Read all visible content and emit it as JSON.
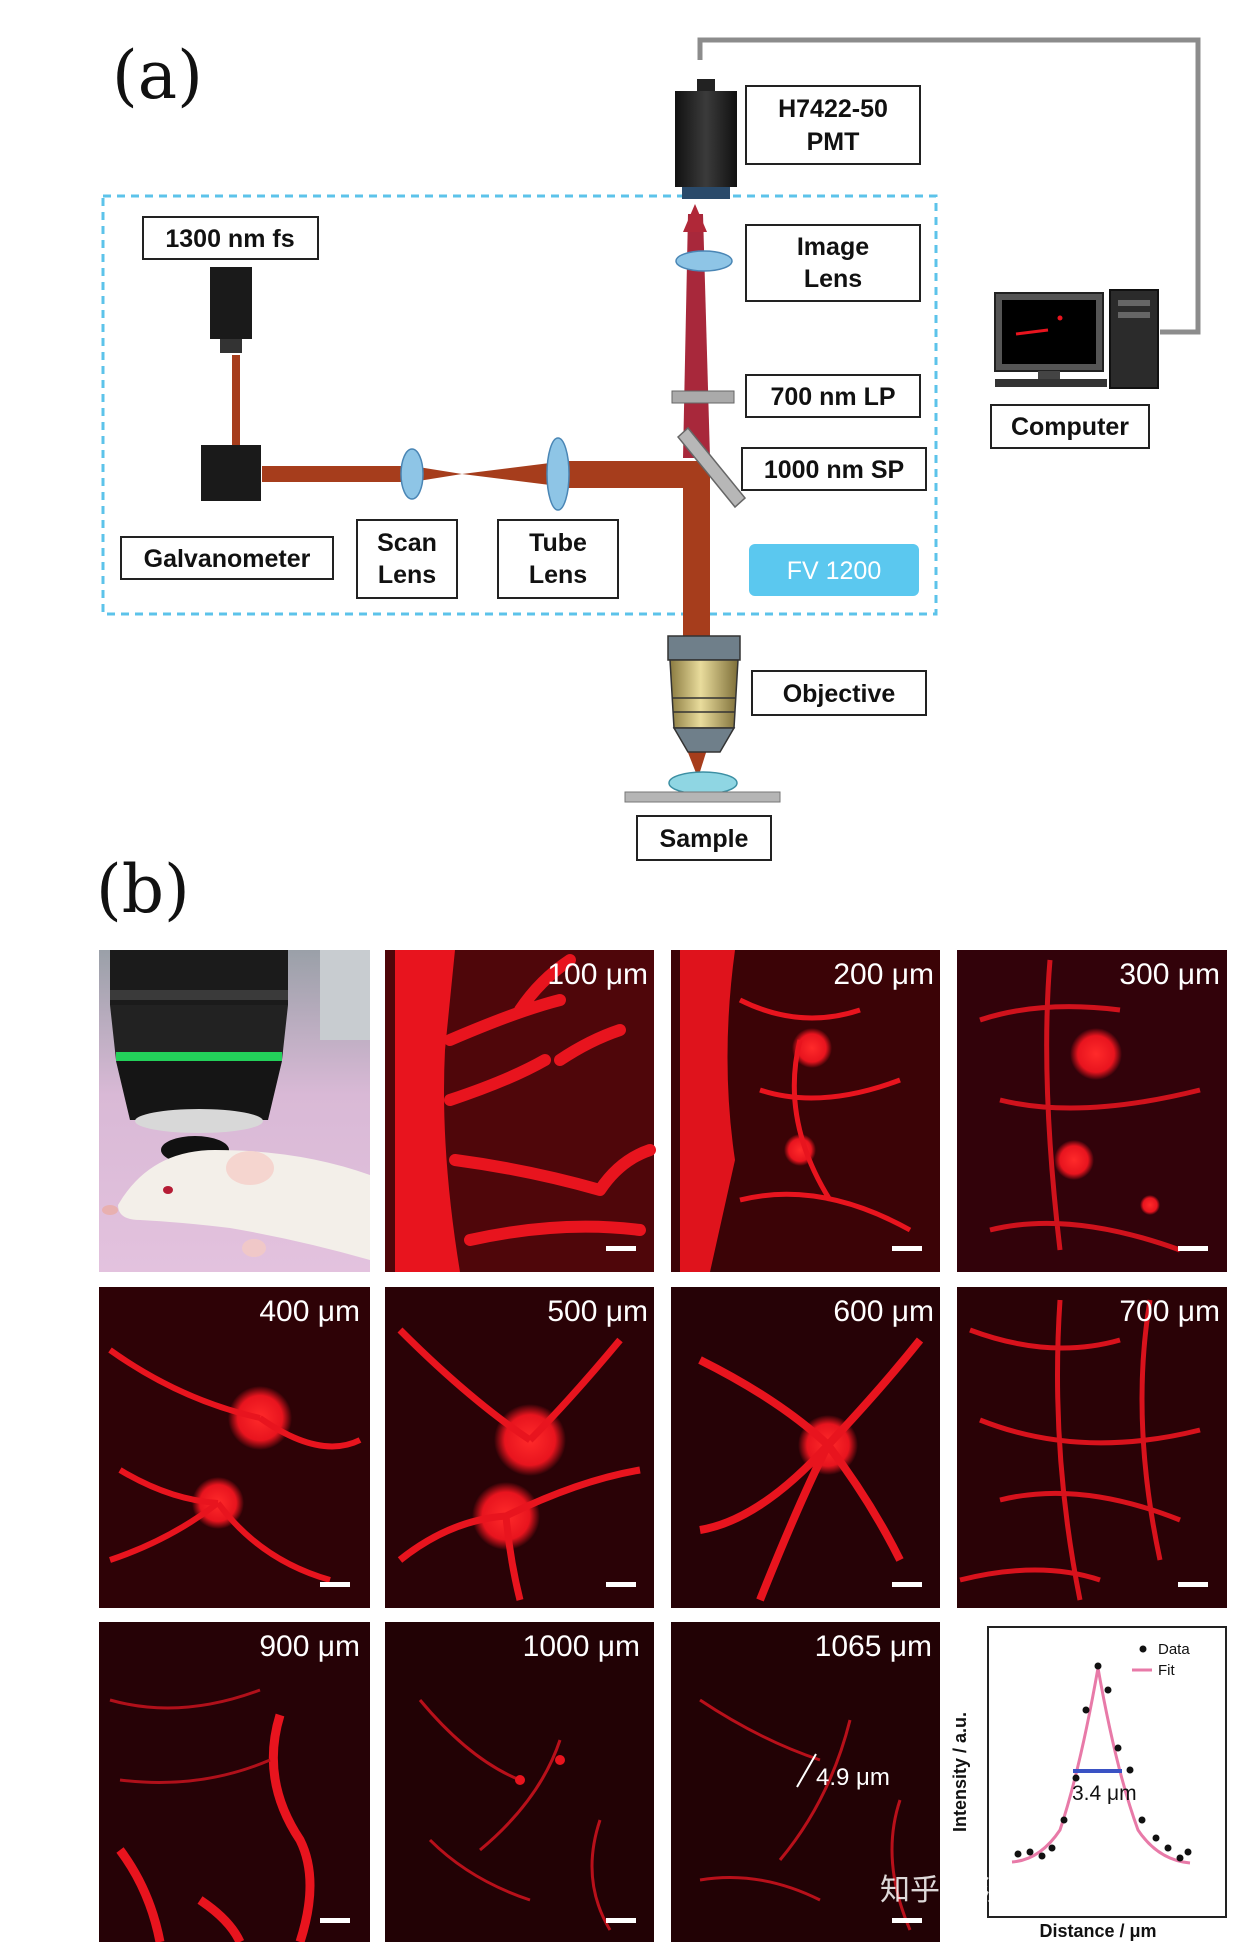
{
  "panel_a": {
    "letter": "(a)",
    "labels": {
      "pmt": [
        "H7422-50",
        "PMT"
      ],
      "laser": "1300 nm fs",
      "image_lens": [
        "Image",
        "Lens"
      ],
      "lp_filter": "700 nm LP",
      "sp_mirror": "1000 nm SP",
      "computer": "Computer",
      "galvanometer": "Galvanometer",
      "scan_lens": [
        "Scan",
        "Lens"
      ],
      "tube_lens": [
        "Tube",
        "Lens"
      ],
      "fv_badge": "FV 1200",
      "objective": "Objective",
      "sample": "Sample"
    },
    "colors": {
      "dashed_box": "#5cc3ea",
      "fv_badge": "#5bc8ef",
      "excitation_beam": "#a63d1c",
      "emission_beam": "#a8283b",
      "lens": "#8ec5e6"
    }
  },
  "panel_b": {
    "letter": "(b)",
    "tiles": [
      {
        "kind": "photo",
        "label": ""
      },
      {
        "kind": "image",
        "label": "100 μm"
      },
      {
        "kind": "image",
        "label": "200 μm"
      },
      {
        "kind": "image",
        "label": "300 μm"
      },
      {
        "kind": "image",
        "label": "400 μm"
      },
      {
        "kind": "image",
        "label": "500 μm"
      },
      {
        "kind": "image",
        "label": "600 μm"
      },
      {
        "kind": "image",
        "label": "700 μm"
      },
      {
        "kind": "image",
        "label": "900 μm"
      },
      {
        "kind": "image",
        "label": "1000 μm"
      },
      {
        "kind": "image",
        "label": "1065 μm"
      }
    ],
    "annotation_1065": "4.9 μm",
    "image_color": "#e8141e",
    "profile_plot": {
      "xlabel": "Distance / μm",
      "ylabel": "Intensity / a.u.",
      "legend": [
        "Data",
        "Fit"
      ],
      "fwhm_label": "3.4 μm",
      "fit_color": "#e87aa8",
      "fwhm_color": "#3a52c4"
    }
  },
  "watermark": "知乎 @沈阳莫德医药"
}
